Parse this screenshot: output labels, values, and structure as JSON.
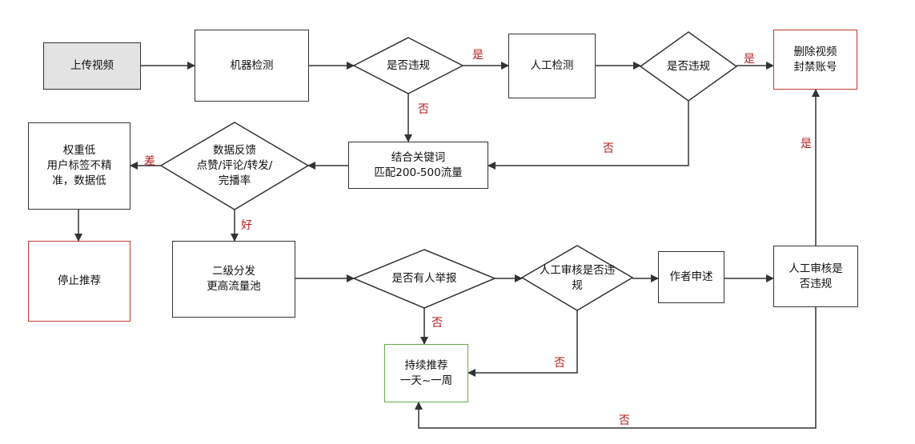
{
  "colors": {
    "line": "#333333",
    "yes_no_label": "#b71c1c",
    "terminal_red": "#c0392b",
    "terminal_green": "#6aa84f",
    "start_fill": "#e3e3e3"
  },
  "nodes": {
    "upload": "上传视频",
    "machine_check": "机器检测",
    "is_violation_1": "是否违规",
    "manual_check": "人工检测",
    "is_violation_2": "是否违规",
    "delete": "删除视频\n封禁账号",
    "keyword_match": "结合关键词\n匹配200-500流量",
    "data_feedback": "数据反馈\n点赞/评论/转发/\n完播率",
    "low_weight": "权重低\n用户标签不精\n准，数据低",
    "stop": "停止推荐",
    "secondary": "二级分发\n更高流量池",
    "reported": "是否有人举报",
    "review_violation": "人工审核是否违\n规",
    "appeal": "作者申述",
    "manual_review": "人工审核是\n否违规",
    "continue": "持续推荐\n一天~一周"
  },
  "edge_labels": {
    "v1_yes": "是",
    "v1_no": "否",
    "v2_yes": "是",
    "v2_no": "否",
    "feedback_bad": "差",
    "feedback_good": "好",
    "report_no": "否",
    "review_no": "否",
    "manual_review_yes": "是",
    "manual_review_no": "否"
  }
}
